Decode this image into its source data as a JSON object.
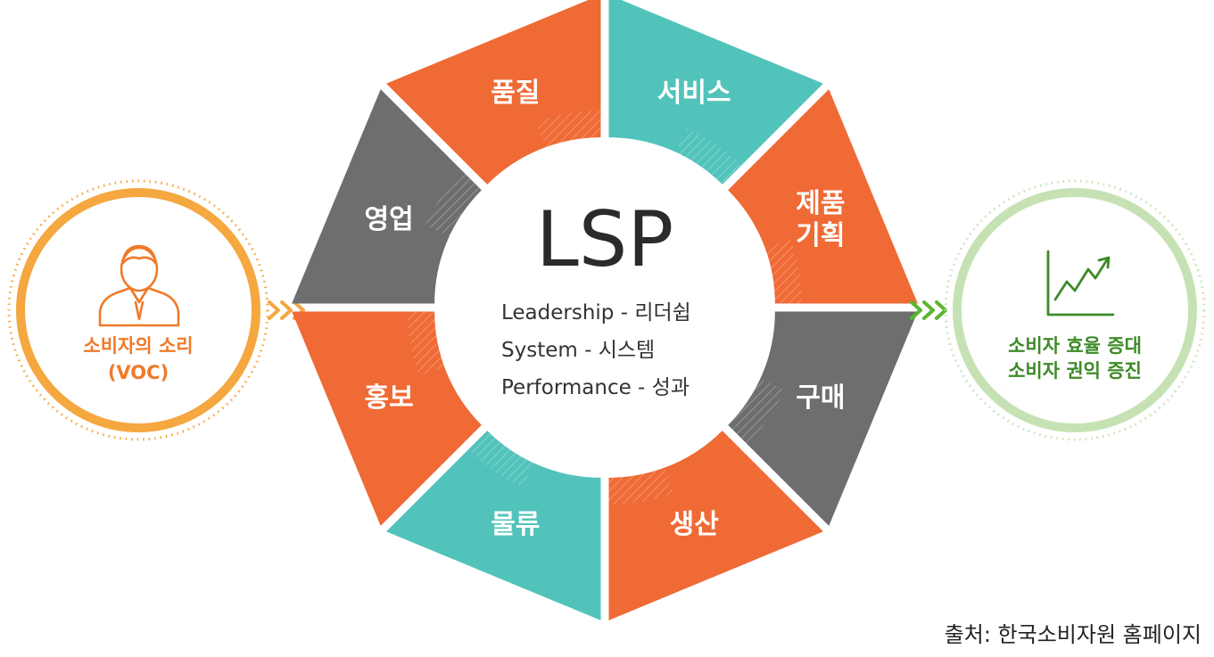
{
  "center": {
    "title": "LSP",
    "lines": [
      "Leadership - 리더쉽",
      "System - 시스템",
      "Performance - 성과"
    ]
  },
  "segments": [
    {
      "label": [
        "서비스"
      ],
      "color": "#52c3bb"
    },
    {
      "label": [
        "제품",
        "기획"
      ],
      "color": "#ef6a35"
    },
    {
      "label": [
        "구매"
      ],
      "color": "#6e6e70"
    },
    {
      "label": [
        "생산"
      ],
      "color": "#ef6a35"
    },
    {
      "label": [
        "물류"
      ],
      "color": "#52c3bb"
    },
    {
      "label": [
        "홍보"
      ],
      "color": "#ef6a35"
    },
    {
      "label": [
        "영업"
      ],
      "color": "#6e6e70"
    },
    {
      "label": [
        "품질"
      ],
      "color": "#ef6a35"
    }
  ],
  "left": {
    "lines": [
      "소비자의 소리",
      "(VOC)"
    ],
    "color": "#f5a740",
    "text_color": "#ef7a2a",
    "icon": "person-icon"
  },
  "right": {
    "lines": [
      "소비자 효율 증대",
      "소비자 권익 증진"
    ],
    "color": "#c6e2b4",
    "text_color": "#3e8a28",
    "icon": "growth-chart-icon"
  },
  "arrows": {
    "left_color": "#f5a740",
    "right_color": "#5cb531"
  },
  "source": "출처: 한국소비자원 홈페이지"
}
